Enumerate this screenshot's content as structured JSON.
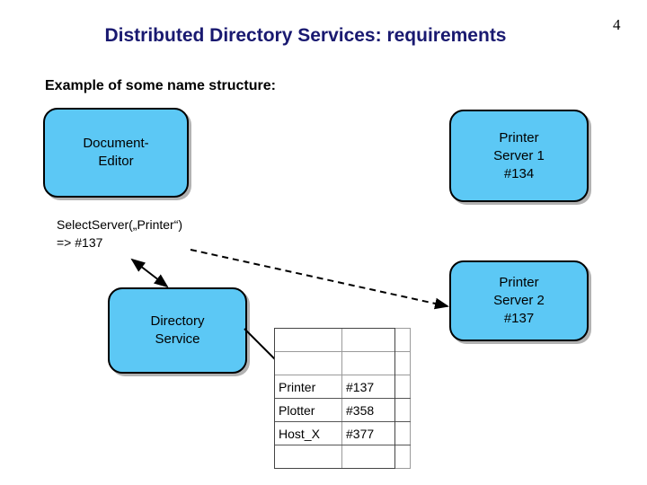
{
  "slide": {
    "title": "Distributed Directory Services: requirements",
    "page_number": "4",
    "caption": "Example of some name structure:",
    "title_color": "#191970",
    "box_fill_color": "#5CC8F5",
    "box_border_color": "#000000"
  },
  "nodes": {
    "document_editor": {
      "line1": "Document-",
      "line2": "Editor"
    },
    "printer_server_1": {
      "line1": "Printer",
      "line2": "Server 1",
      "line3": "#134"
    },
    "printer_server_2": {
      "line1": "Printer",
      "line2": "Server 2",
      "line3": "#137"
    },
    "directory_service": {
      "line1": "Directory",
      "line2": "Service"
    }
  },
  "call_annotation": {
    "line1": "SelectServer(„Printer“)",
    "line2": "=> #137"
  },
  "lookup_table": {
    "rows": [
      {
        "name": "",
        "value": ""
      },
      {
        "name": "",
        "value": ""
      },
      {
        "name": "Printer",
        "value": "#137"
      },
      {
        "name": "Plotter",
        "value": "#358"
      },
      {
        "name": "Host_X",
        "value": "#377"
      },
      {
        "name": "",
        "value": ""
      }
    ]
  },
  "connectors": {
    "query_arrow_label": "select-server-query-arrow",
    "binding_arrow_label": "printer-binding-dashed-arrow",
    "table_link_label": "directory-table-link"
  }
}
